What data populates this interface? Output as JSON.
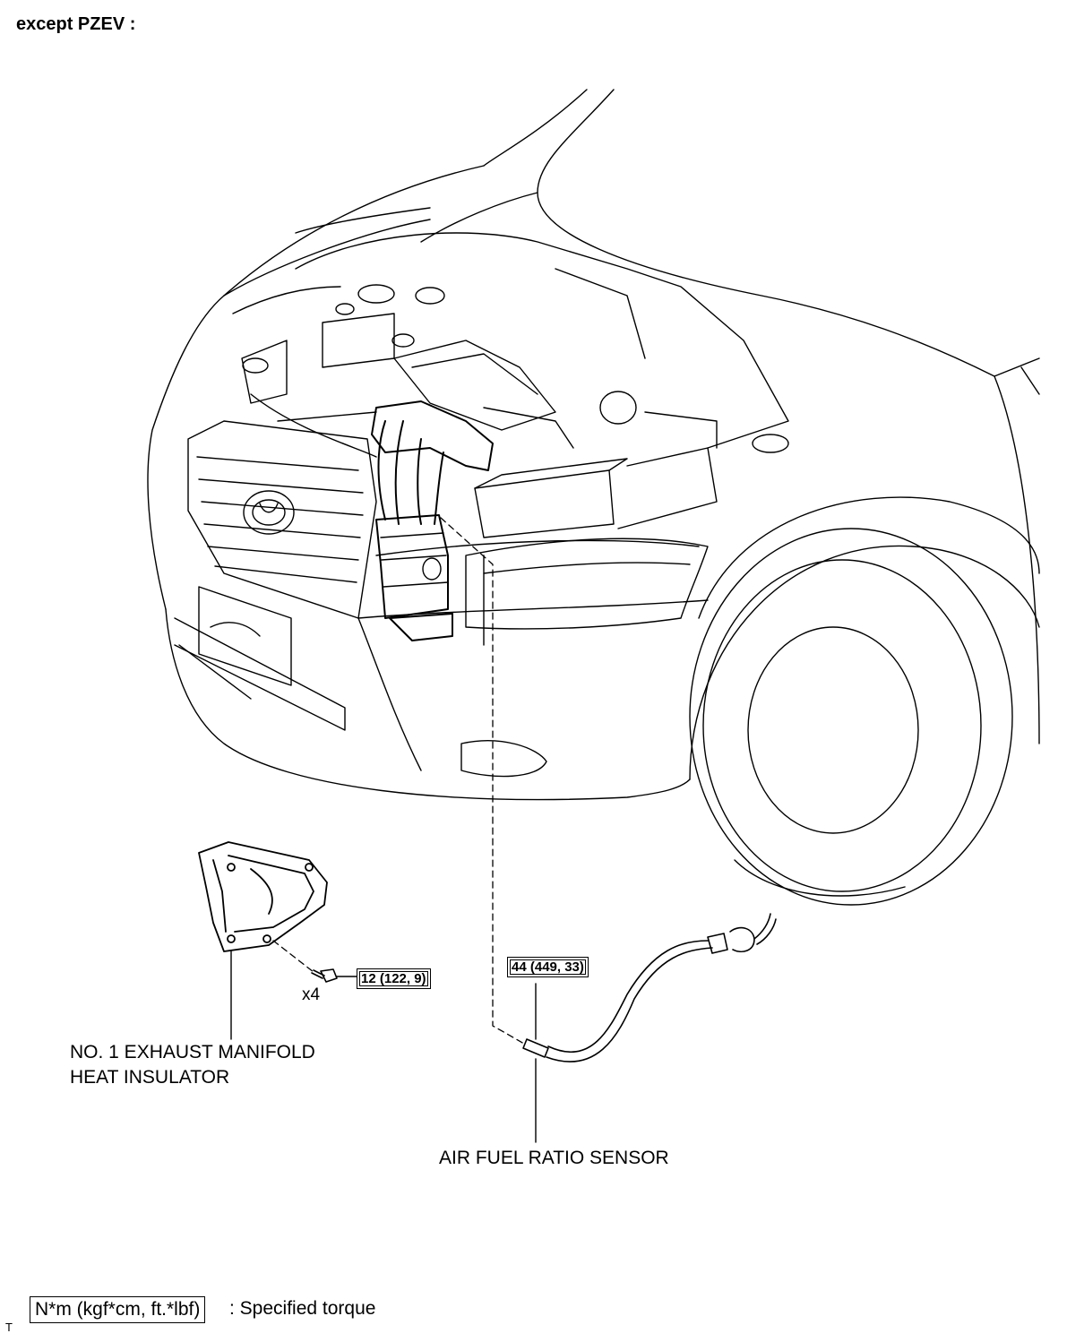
{
  "heading": "except PZEV :",
  "callouts": {
    "heat_insulator_bolt_torque": "12 (122, 9)",
    "bolt_quantity": "x4",
    "sensor_torque": "44 (449, 33)"
  },
  "labels": {
    "heat_insulator_line1": "NO. 1 EXHAUST MANIFOLD",
    "heat_insulator_line2": "HEAT INSULATOR",
    "sensor": "AIR FUEL RATIO SENSOR"
  },
  "legend": {
    "unit_box": "N*m (kgf*cm, ft.*lbf)",
    "description": ": Specified torque"
  },
  "corner_mark": "T"
}
